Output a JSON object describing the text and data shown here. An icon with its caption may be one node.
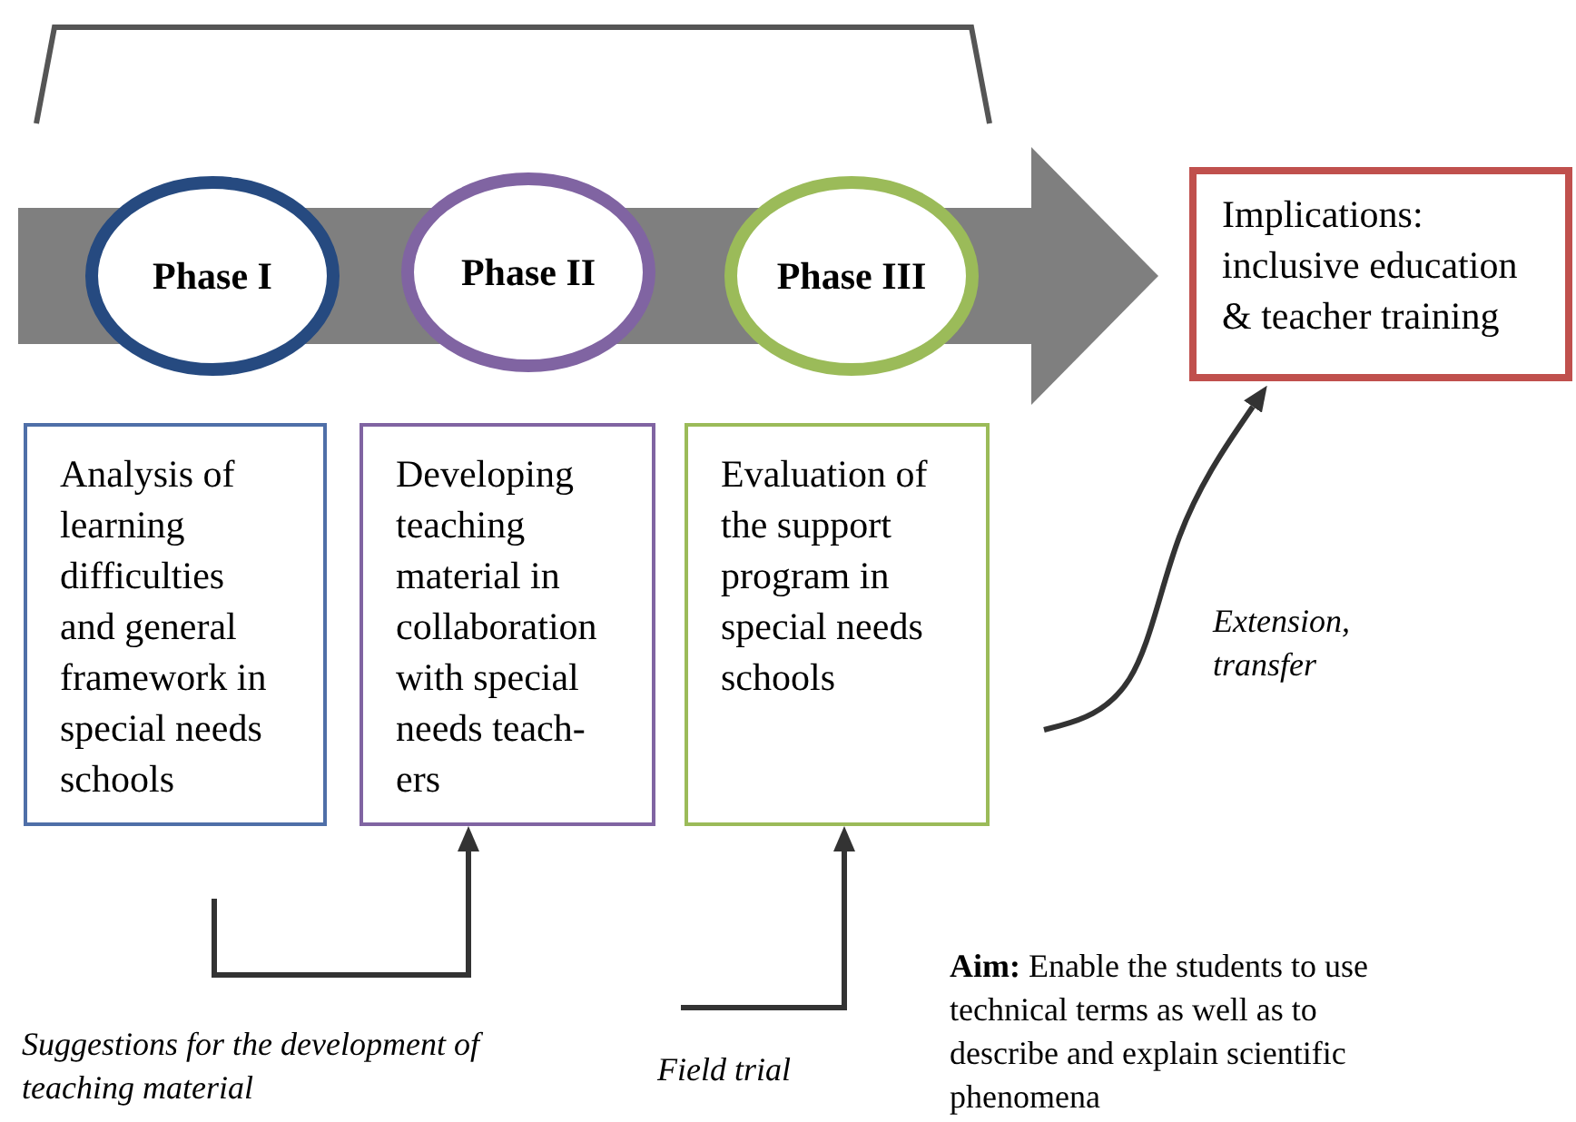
{
  "diagram": {
    "nodes": [
      {
        "text": [
          "Phase I"
        ]
      },
      {
        "text": [
          "Phase II"
        ]
      },
      {
        "text": [
          "Phase III"
        ]
      },
      {
        "text": [
          "Implications: inclusive education & teacher training"
        ]
      },
      {
        "text": [
          "Analysis of learning difficulties and general framework in special needs schools"
        ]
      },
      {
        "text": [
          "Developing teaching material in collaboration with special needs teach-ers"
        ]
      },
      {
        "text": [
          "Evaluation of the support program in special needs schools"
        ]
      }
    ],
    "edges": [
      {
        "from": null,
        "to": 3,
        "arrow": "to",
        "style": "thick",
        "color": "#7f7f7f"
      },
      {
        "from": null,
        "to": 5,
        "arrow": "to"
      },
      {
        "from": null,
        "to": 6,
        "arrow": "to"
      },
      {
        "from": null,
        "to": 3,
        "arrow": "to",
        "label": "Extension, transfer"
      }
    ],
    "labels": [
      "Suggestions for the development of teaching material",
      "Field trial",
      "**Aim:** Enable the students to use technical terms as well as to describe and explain scientific phenomena"
    ]
  }
}
